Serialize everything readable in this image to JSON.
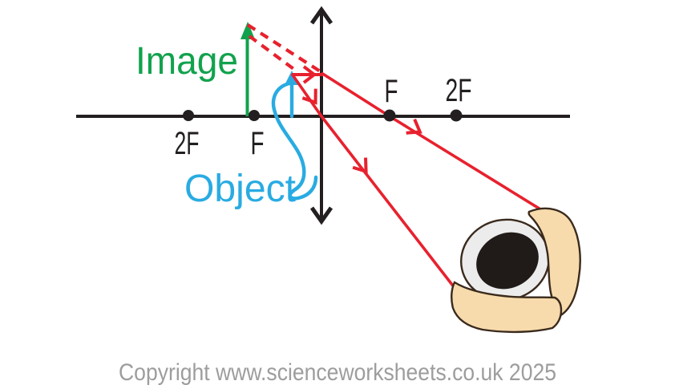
{
  "labels": {
    "image": "Image",
    "object": "Object",
    "left_2f": "2F",
    "left_f": "F",
    "right_f": "F",
    "right_2f": "2F"
  },
  "footer": {
    "copyright": "Copyright www.scienceworksheets.co.uk 2025"
  },
  "colors": {
    "axis_black": "#231F20",
    "ray_red": "#E8212E",
    "image_green": "#12A24D",
    "object_blue": "#29ABE2",
    "skin": "#F7DBAC",
    "eye_outline": "#3A2A1D",
    "pupil": "#201B18",
    "sclera": "#ECECEC",
    "copyright_gray": "#9D9D9D",
    "background": "#FFFFFF"
  }
}
